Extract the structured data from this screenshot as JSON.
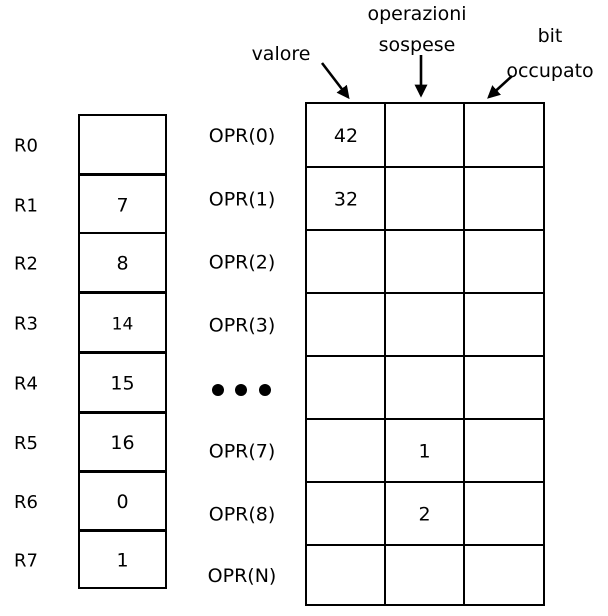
{
  "registers": [
    {
      "label": "R0",
      "value": ""
    },
    {
      "label": "R1",
      "value": "7"
    },
    {
      "label": "R2",
      "value": "8"
    },
    {
      "label": "R3",
      "value": "14"
    },
    {
      "label": "R4",
      "value": "15"
    },
    {
      "label": "R5",
      "value": "16"
    },
    {
      "label": "R6",
      "value": "0"
    },
    {
      "label": "R7",
      "value": "1"
    }
  ],
  "opr_rows": [
    {
      "label": "OPR(0)",
      "valore": "42",
      "operazioni_sospese": "",
      "bit_occupato": ""
    },
    {
      "label": "OPR(1)",
      "valore": "32",
      "operazioni_sospese": "",
      "bit_occupato": ""
    },
    {
      "label": "OPR(2)",
      "valore": "",
      "operazioni_sospese": "",
      "bit_occupato": ""
    },
    {
      "label": "OPR(3)",
      "valore": "",
      "operazioni_sospese": "",
      "bit_occupato": ""
    },
    {
      "label": "",
      "valore": "",
      "operazioni_sospese": "",
      "bit_occupato": ""
    },
    {
      "label": "OPR(7)",
      "valore": "",
      "operazioni_sospese": "1",
      "bit_occupato": ""
    },
    {
      "label": "OPR(8)",
      "valore": "",
      "operazioni_sospese": "2",
      "bit_occupato": ""
    },
    {
      "label": "OPR(N)",
      "valore": "",
      "operazioni_sospese": "",
      "bit_occupato": ""
    }
  ],
  "ellipsis": "• • •",
  "headers": {
    "valore": "valore",
    "operazioni_line1": "operazioni",
    "operazioni_line2": "sospese",
    "bit_line1": "bit",
    "bit_line2": "occupato"
  }
}
